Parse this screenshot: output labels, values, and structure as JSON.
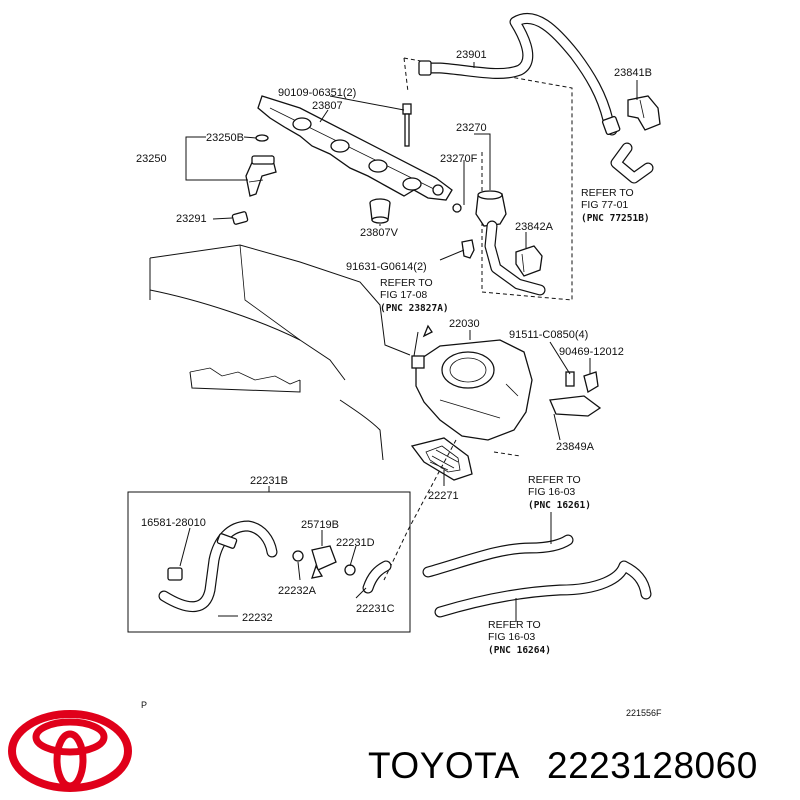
{
  "labels": {
    "p23901": "23901",
    "p23841b": "23841B",
    "p90109": "90109-06351(2)",
    "p23807": "23807",
    "p23270": "23270",
    "p23250b": "23250B",
    "p23250": "23250",
    "p23270f": "23270F",
    "p23291": "23291",
    "p23807v": "23807V",
    "p23842a": "23842A",
    "p91631": "91631-G0614(2)",
    "p22030": "22030",
    "p91511": "91511-C0850(4)",
    "p90469": "90469-12012",
    "p23849a": "23849A",
    "p22271": "22271",
    "p22231b": "22231B",
    "p16581": "16581-28010",
    "p25719b": "25719B",
    "p22231d": "22231D",
    "p22232a": "22232A",
    "p22231c": "22231C",
    "p22232": "22232"
  },
  "refs": {
    "r77": {
      "line1": "REFER TO",
      "line2": "FIG 77-01",
      "pnc": "(PNC 77251B)"
    },
    "r17": {
      "line1": "REFER TO",
      "line2": "FIG 17-08",
      "pnc": "(PNC 23827A)"
    },
    "r16a": {
      "line1": "REFER TO",
      "line2": "FIG 16-03",
      "pnc": "(PNC 16261)"
    },
    "r16b": {
      "line1": "REFER TO",
      "line2": "FIG 16-03",
      "pnc": "(PNC 16264)"
    }
  },
  "footer": {
    "p_mark": "P",
    "diagram_code": "221556F",
    "brand_text": "TOYOTA",
    "part_number": "2223128060"
  },
  "icons": {
    "logo": "toyota-logo-icon"
  },
  "colors": {
    "logo_red": "#e0001a",
    "ink": "#111111"
  }
}
